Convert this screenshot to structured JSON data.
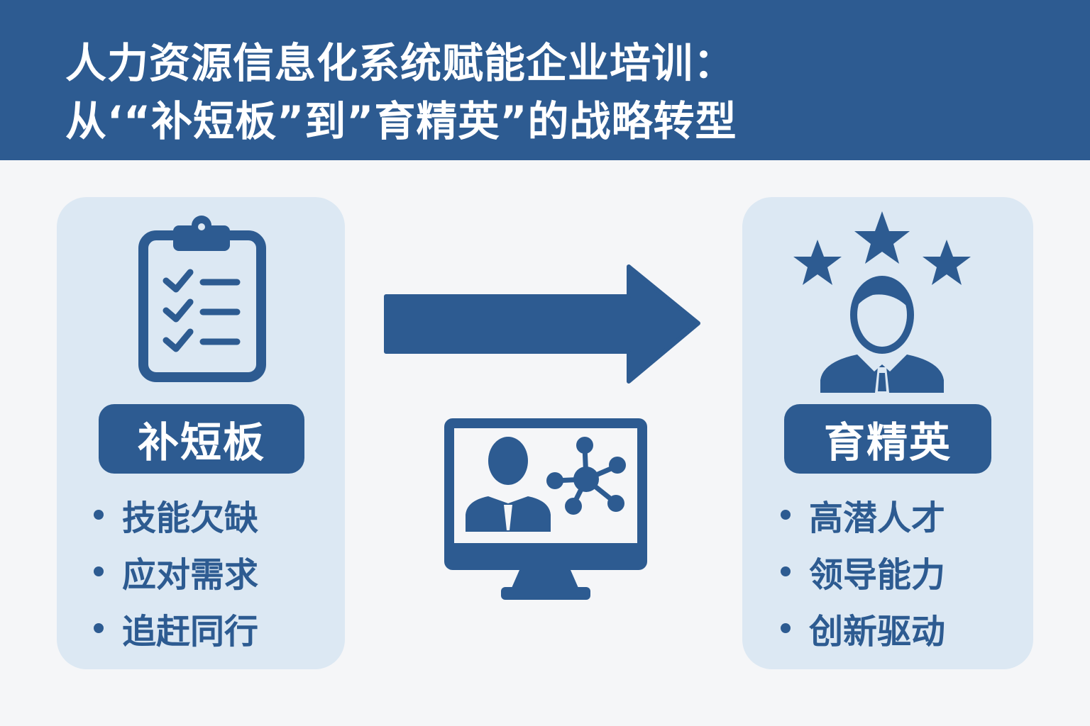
{
  "header": {
    "title_line1": "人力资源信息化系统赋能企业培训：",
    "title_line2": "从‘“补短板”到”育精英”的战略转型"
  },
  "left": {
    "badge": "补短板",
    "items": [
      "技能欠缺",
      "应对需求",
      "追赶同行"
    ],
    "icon": "clipboard-checklist-icon"
  },
  "right": {
    "badge": "育精英",
    "items": [
      "高潜人才",
      "领导能力",
      "创新驱动"
    ],
    "icon": "person-with-stars-icon"
  },
  "center": {
    "arrow": "arrow-right-icon",
    "monitor": "monitor-with-person-network-icon"
  },
  "colors": {
    "primary": "#2d5b91",
    "panel": "#dce8f3",
    "background": "#f5f6f8"
  }
}
